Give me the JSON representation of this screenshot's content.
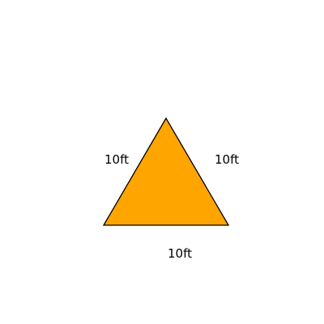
{
  "diagram": {
    "shape": "equilateral-triangle",
    "fill_color": "#FFA500",
    "stroke_color": "#000000",
    "sides": {
      "left": "10ft",
      "right": "10ft",
      "bottom": "10ft"
    }
  }
}
